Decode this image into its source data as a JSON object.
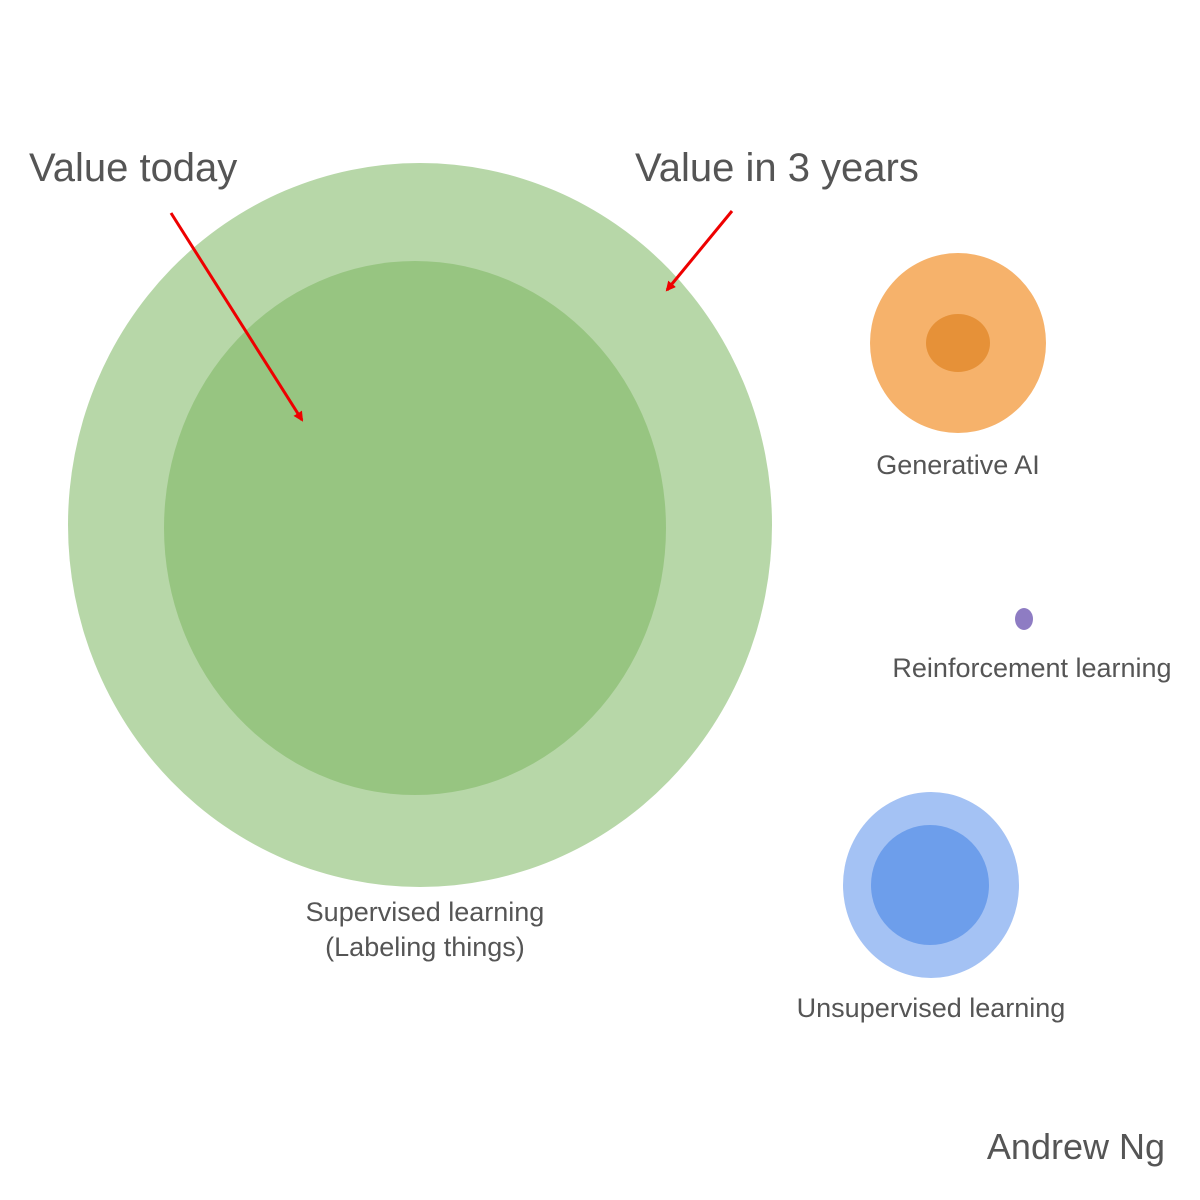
{
  "callouts": {
    "value_today": "Value today",
    "value_in_3_years": "Value in 3 years"
  },
  "author": "Andrew Ng",
  "colors": {
    "arrow": "#ee0000",
    "text": "#555555",
    "supervised_future": "#b7d7a8",
    "supervised_today": "#97c581",
    "generative_future": "#f6b26b",
    "generative_today": "#e69138",
    "reinforcement": "#8e7cc3",
    "unsupervised_future": "#a4c2f4",
    "unsupervised_today": "#6d9eeb"
  },
  "categories": [
    {
      "id": "supervised",
      "label_line1": "Supervised learning",
      "label_line2": "(Labeling things)"
    },
    {
      "id": "generative",
      "label_line1": "Generative AI",
      "label_line2": ""
    },
    {
      "id": "reinforcement",
      "label_line1": "Reinforcement learning",
      "label_line2": ""
    },
    {
      "id": "unsupervised",
      "label_line1": "Unsupervised learning",
      "label_line2": ""
    }
  ]
}
